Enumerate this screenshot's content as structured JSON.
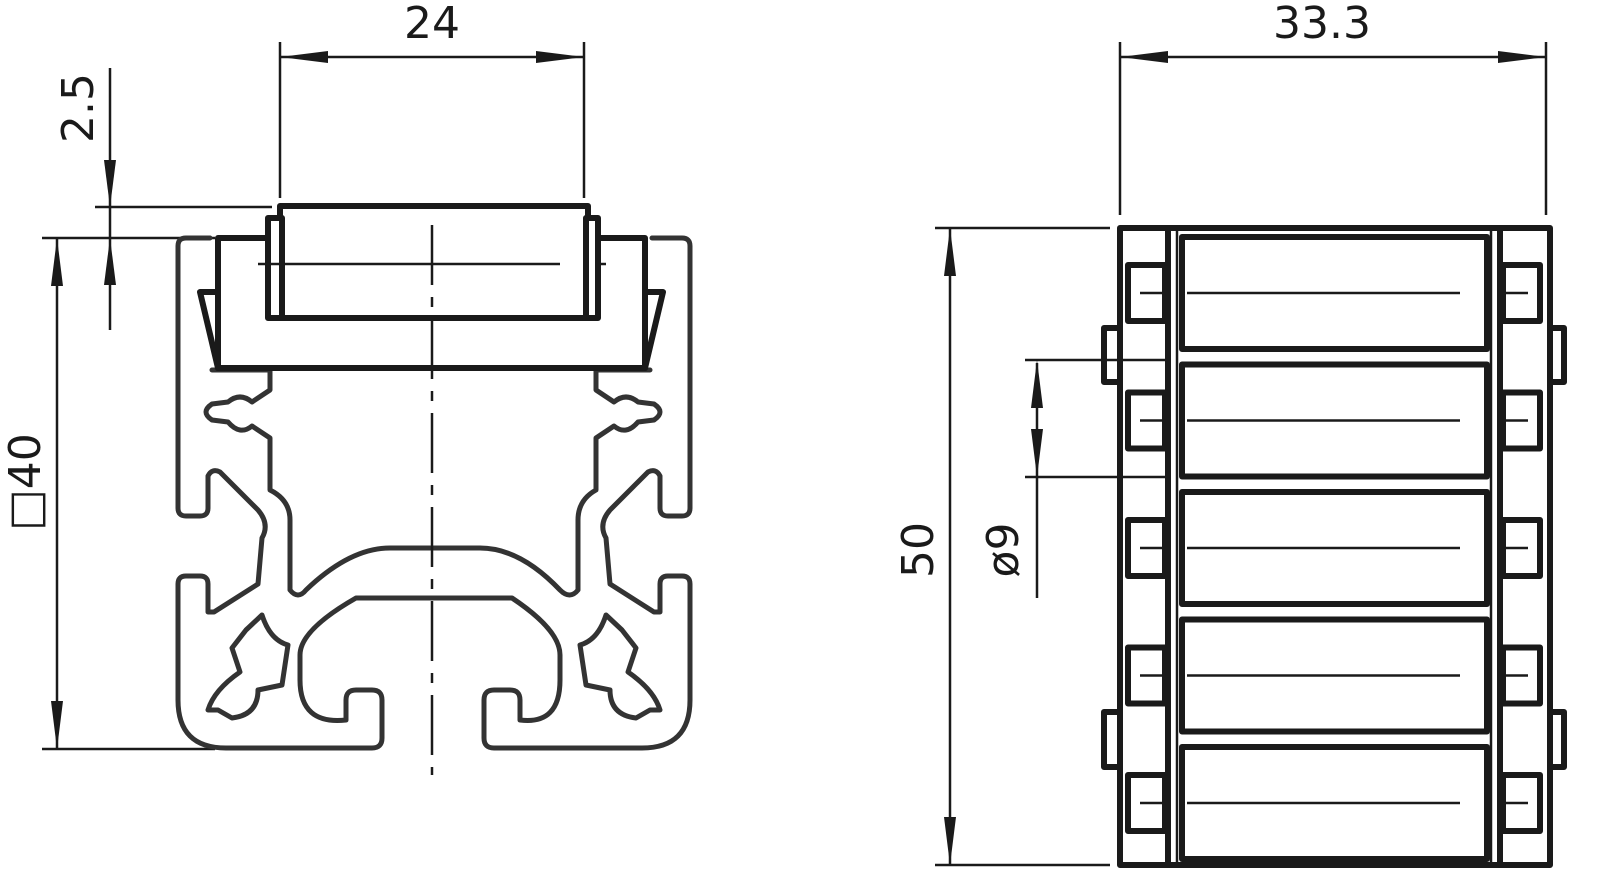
{
  "left_view": {
    "width_label": "24",
    "offset_label": "2.5",
    "profile_label": "□40"
  },
  "right_view": {
    "width_label": "33.3",
    "height_label": "50",
    "diameter_label": "ø9",
    "roller_count": 5
  }
}
